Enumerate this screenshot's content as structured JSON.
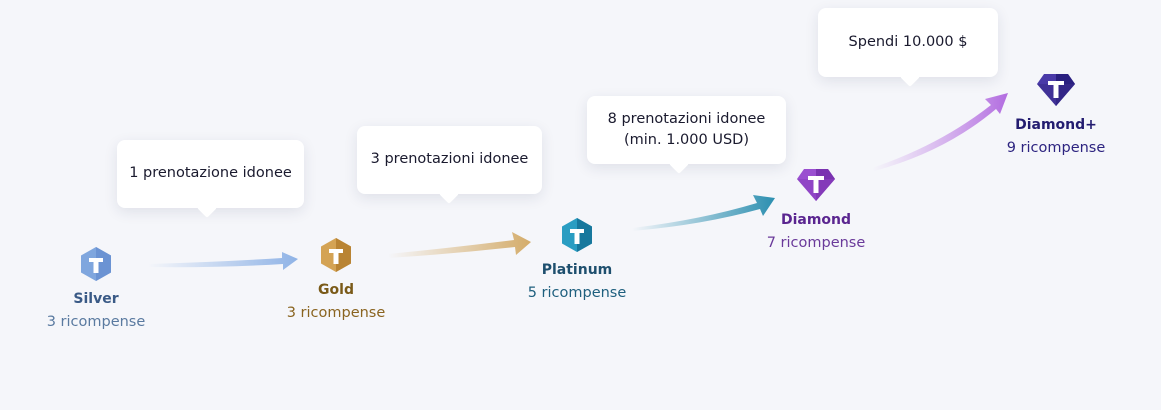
{
  "steps": [
    {
      "requirement": "1 prenotazione idonee",
      "requirement_line2": ""
    },
    {
      "requirement": "3 prenotazioni idonee",
      "requirement_line2": ""
    },
    {
      "requirement": "8 prenotazioni idonee",
      "requirement_line2": "(min. 1.000 USD)"
    },
    {
      "requirement": "Spendi 10.000 $",
      "requirement_line2": ""
    }
  ],
  "tiers": [
    {
      "name": "Silver",
      "rewards": "3 ricompense",
      "color": "#6b96d6",
      "text_color": "#3a5a86",
      "icon": "silver-hexagon-t-icon"
    },
    {
      "name": "Gold",
      "rewards": "3 ricompense",
      "color": "#c8963e",
      "text_color": "#8a6420",
      "icon": "gold-hexagon-t-icon"
    },
    {
      "name": "Platinum",
      "rewards": "5 ricompense",
      "color": "#1e8fb5",
      "text_color": "#1e5f7e",
      "icon": "platinum-hexagon-t-icon"
    },
    {
      "name": "Diamond",
      "rewards": "7 ricompense",
      "color": "#8a3fc0",
      "text_color": "#6a2a9a",
      "icon": "diamond-gem-t-icon"
    },
    {
      "name": "Diamond+",
      "rewards": "9 ricompense",
      "color": "#3a2c8c",
      "text_color": "#2d2480",
      "icon": "diamond-plus-gem-t-icon"
    }
  ]
}
